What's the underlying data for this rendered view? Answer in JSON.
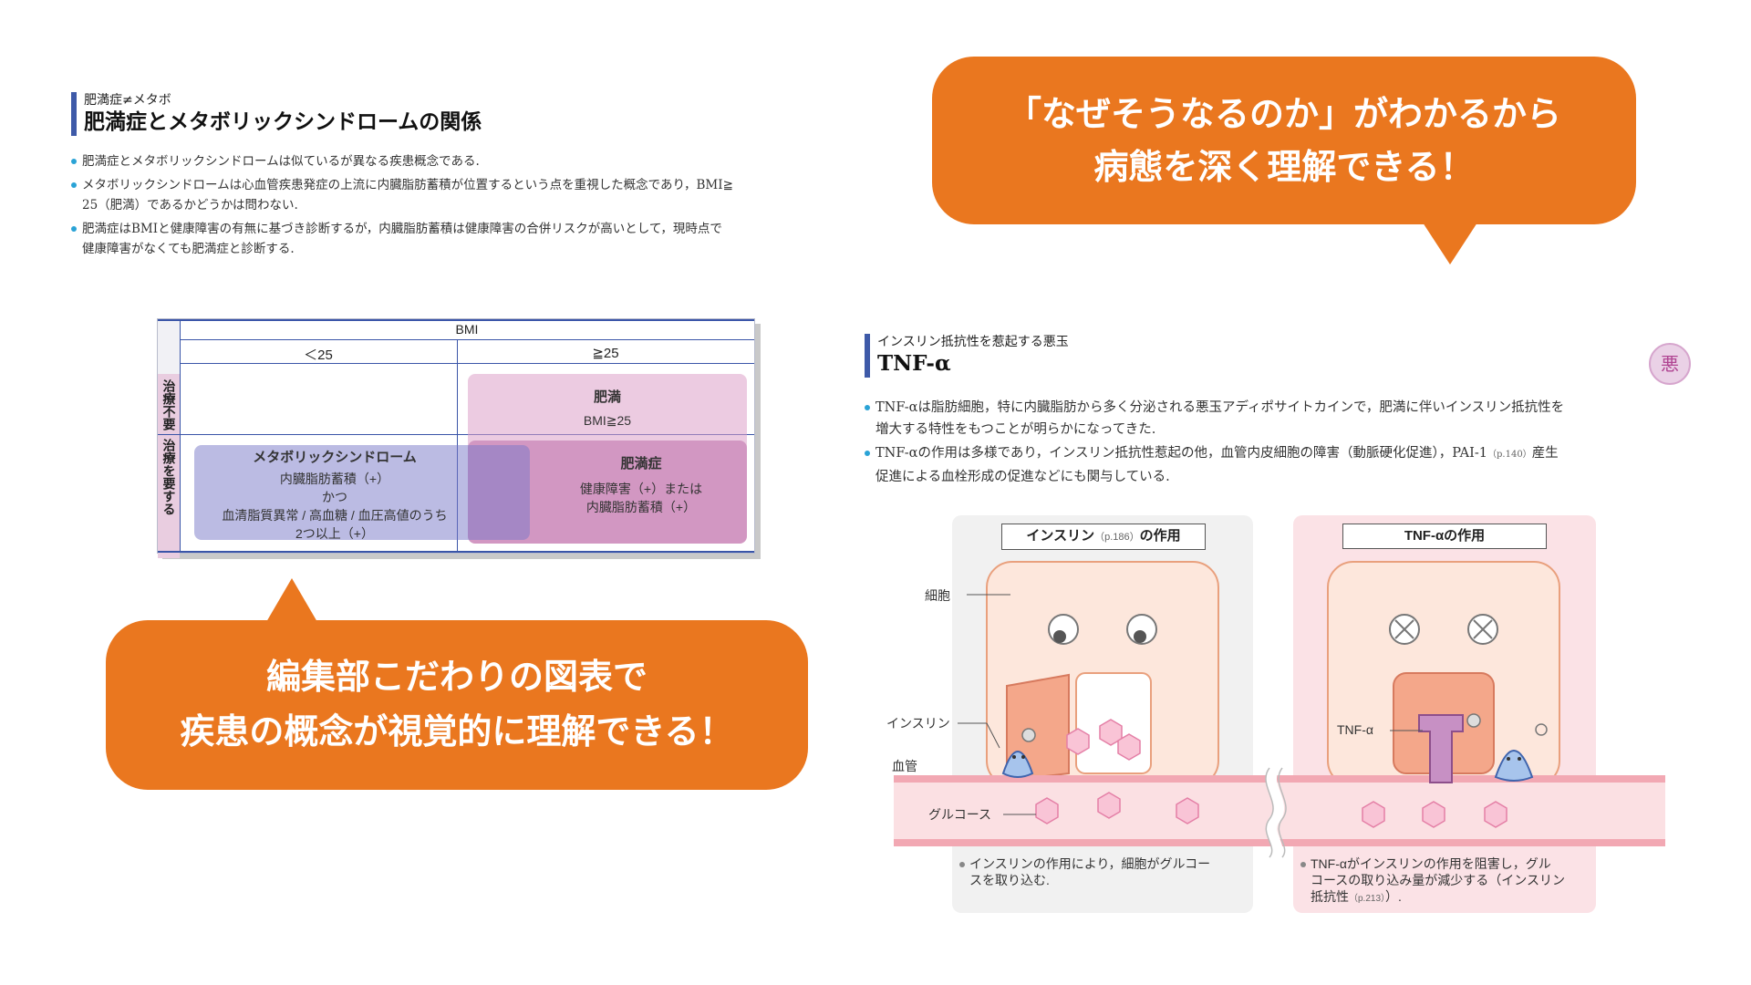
{
  "left": {
    "kicker": "肥満症≠メタボ",
    "title": "肥満症とメタボリックシンドロームの関係",
    "bullets": [
      "肥満症とメタボリックシンドロームは似ているが異なる疾患概念である.",
      "メタボリックシンドロームは心血管疾患発症の上流に内臓脂肪蓄積が位置するという点を重視した概念であり，BMI≧",
      "25（肥満）であるかどうかは問わない.",
      "肥満症はBMIと健康障害の有無に基づき診断するが，内臓脂肪蓄積は健康障害の合併リスクが高いとして，現時点で",
      "健康障害がなくても肥満症と診断する."
    ]
  },
  "table": {
    "header": "BMI",
    "col_lt": "＜25",
    "col_ge": "≧25",
    "row_no": "治療不要",
    "row_yes": "治療を要する",
    "himan": {
      "title": "肥満",
      "sub": "BMI≧25"
    },
    "metabo": {
      "title": "メタボリックシンドローム",
      "lines": [
        "内臓脂肪蓄積（+）",
        "かつ",
        "血清脂質異常 / 高血糖 / 血圧高値のうち",
        "2つ以上（+）"
      ]
    },
    "himansho": {
      "title": "肥満症",
      "lines": [
        "健康障害（+）または",
        "内臓脂肪蓄積（+）"
      ]
    }
  },
  "callout_top": {
    "line1": "「なぜそうなるのか」がわかるから",
    "line2": "病態を深く理解できる！"
  },
  "callout_bottom": {
    "line1": "編集部こだわりの図表で",
    "line2": "疾患の概念が視覚的に理解できる！"
  },
  "right": {
    "kicker": "インスリン抵抗性を惹起する悪玉",
    "title": "TNF-α",
    "badge": "悪",
    "bullets": [
      "TNF-αは脂肪細胞，特に内臓脂肪から多く分泌される悪玉アディポサイトカインで，肥満に伴いインスリン抵抗性を",
      "増大する特性をもつことが明らかになってきた.",
      "TNF-αの作用は多様であり，インスリン抵抗性惹起の他，血管内皮細胞の障害（動脈硬化促進），PAI-1",
      "促進による血栓形成の促進などにも関与している."
    ],
    "pai_ref": "（p.140）",
    "pai_tail": "産生"
  },
  "figure": {
    "left_title": "インスリン",
    "left_title_ref": "（p.186）",
    "left_title_tail": "の作用",
    "right_title": "TNF-αの作用",
    "label_cell": "細胞",
    "label_insulin": "インスリン",
    "label_vessel": "血管",
    "label_glucose": "グルコース",
    "label_tnf": "TNF-α",
    "note_left": [
      "インスリンの作用により，細胞がグルコー",
      "スを取り込む."
    ],
    "note_right": [
      "TNF-αがインスリンの作用を阻害し，グル",
      "コースの取り込み量が減少する（インスリン",
      "抵抗性"
    ],
    "note_right_ref": "（p.213）",
    "note_right_tail": "）."
  },
  "colors": {
    "accent": "#ea771f",
    "heading_bar": "#3e5aa8",
    "bullet": "#2aa3d6"
  }
}
